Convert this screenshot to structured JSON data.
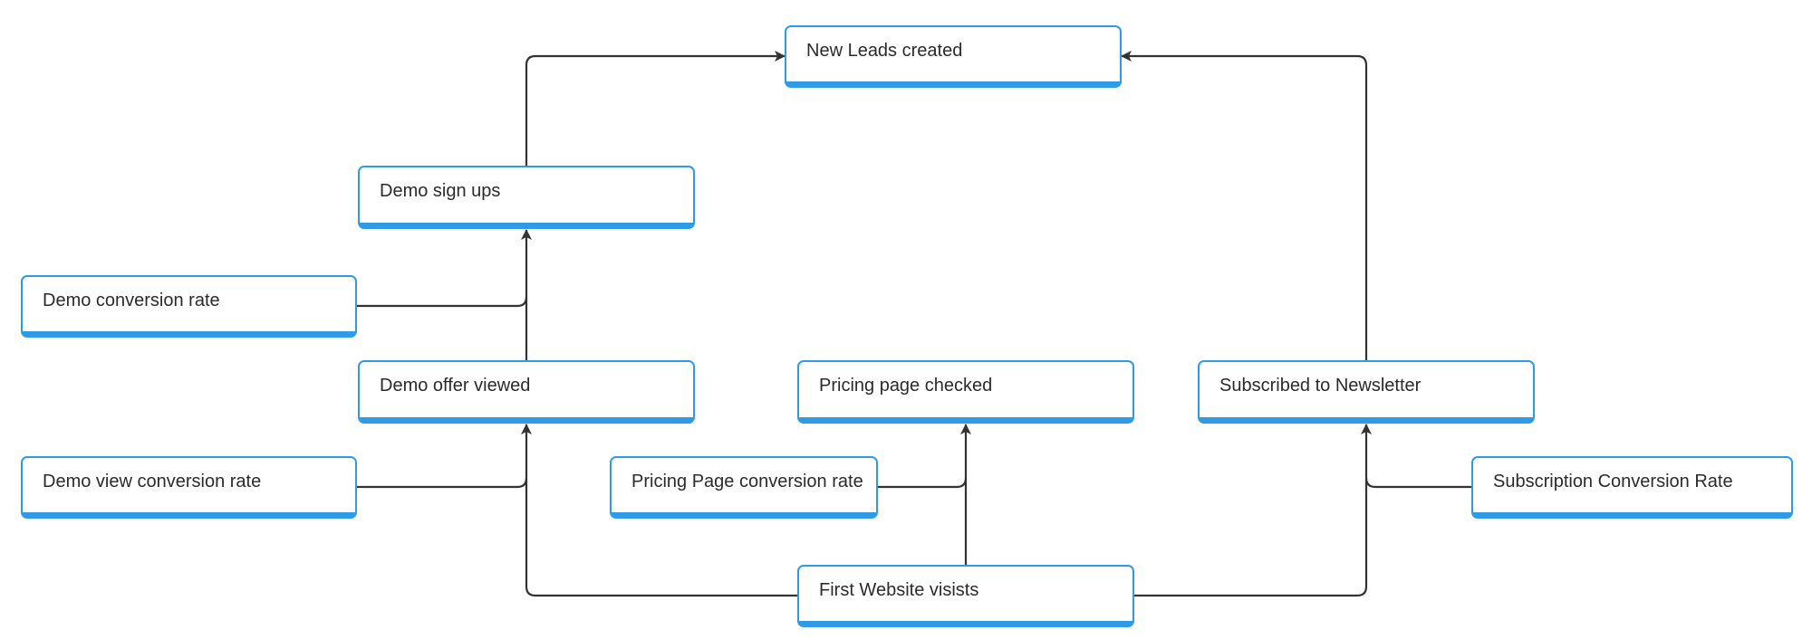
{
  "diagram": {
    "nodes": {
      "new_leads": "New Leads created",
      "demo_sign_ups": "Demo sign ups",
      "demo_conversion_rate": "Demo conversion rate",
      "demo_offer_viewed": "Demo offer viewed",
      "pricing_page_checked": "Pricing page checked",
      "subscribed_newsletter": "Subscribed to Newsletter",
      "demo_view_conversion_rate": "Demo view conversion rate",
      "pricing_page_conversion_rate": "Pricing Page conversion rate",
      "subscription_conversion_rate": "Subscription Conversion Rate",
      "first_website_visits": "First Website visists"
    },
    "colors": {
      "node_border": "#2f9be6",
      "edge": "#333333",
      "text": "#2b2b2b"
    }
  }
}
